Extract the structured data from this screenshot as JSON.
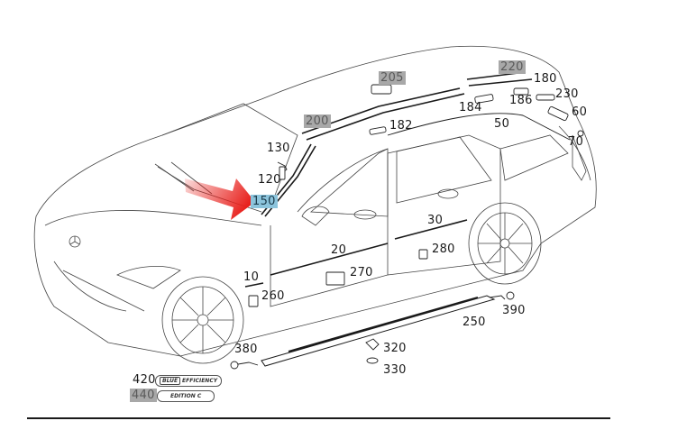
{
  "diagram": {
    "subject": "Vehicle side trim parts exploded view (estate)",
    "highlight_colors": {
      "gray": "#a8a8a8",
      "blue": "#8cc4dc",
      "arrow": "#e8201c"
    },
    "callouts": [
      {
        "id": "10",
        "label": "10"
      },
      {
        "id": "20",
        "label": "20"
      },
      {
        "id": "30",
        "label": "30"
      },
      {
        "id": "50",
        "label": "50"
      },
      {
        "id": "60",
        "label": "60"
      },
      {
        "id": "70",
        "label": "70"
      },
      {
        "id": "120",
        "label": "120"
      },
      {
        "id": "130",
        "label": "130"
      },
      {
        "id": "150",
        "label": "150",
        "highlight": "blue"
      },
      {
        "id": "180",
        "label": "180"
      },
      {
        "id": "182",
        "label": "182"
      },
      {
        "id": "184",
        "label": "184"
      },
      {
        "id": "186",
        "label": "186"
      },
      {
        "id": "200",
        "label": "200",
        "highlight": "gray"
      },
      {
        "id": "205",
        "label": "205",
        "highlight": "gray"
      },
      {
        "id": "220",
        "label": "220",
        "highlight": "gray"
      },
      {
        "id": "230",
        "label": "230"
      },
      {
        "id": "250",
        "label": "250"
      },
      {
        "id": "260",
        "label": "260"
      },
      {
        "id": "270",
        "label": "270"
      },
      {
        "id": "280",
        "label": "280"
      },
      {
        "id": "320",
        "label": "320"
      },
      {
        "id": "330",
        "label": "330"
      },
      {
        "id": "380",
        "label": "380"
      },
      {
        "id": "390",
        "label": "390"
      },
      {
        "id": "420",
        "label": "420"
      },
      {
        "id": "440",
        "label": "440",
        "highlight": "gray"
      }
    ],
    "badges": {
      "blue_efficiency": {
        "part": "420",
        "left": "BLUE",
        "right": "EFFICIENCY"
      },
      "edition_c": {
        "part": "440",
        "text": "EDITION C"
      }
    },
    "pointer": {
      "target": "150",
      "icon": "red-arrow-icon"
    }
  }
}
